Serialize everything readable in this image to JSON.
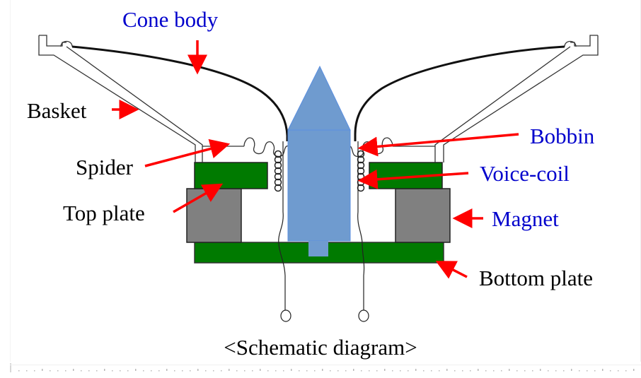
{
  "diagram": {
    "title": "<Schematic diagram>",
    "colors": {
      "label_black": "#000000",
      "label_blue": "#0000cc",
      "arrow": "#ff0000",
      "plate_green": "#007a00",
      "magnet_gray": "#808080",
      "pole_blue": "#6f9bcf",
      "outline": "#222222"
    },
    "labels": {
      "cone_body": "Cone body",
      "basket": "Basket",
      "spider": "Spider",
      "top_plate": "Top plate",
      "bobbin": "Bobbin",
      "voice_coil": "Voice-coil",
      "magnet": "Magnet",
      "bottom_plate": "Bottom plate"
    }
  }
}
